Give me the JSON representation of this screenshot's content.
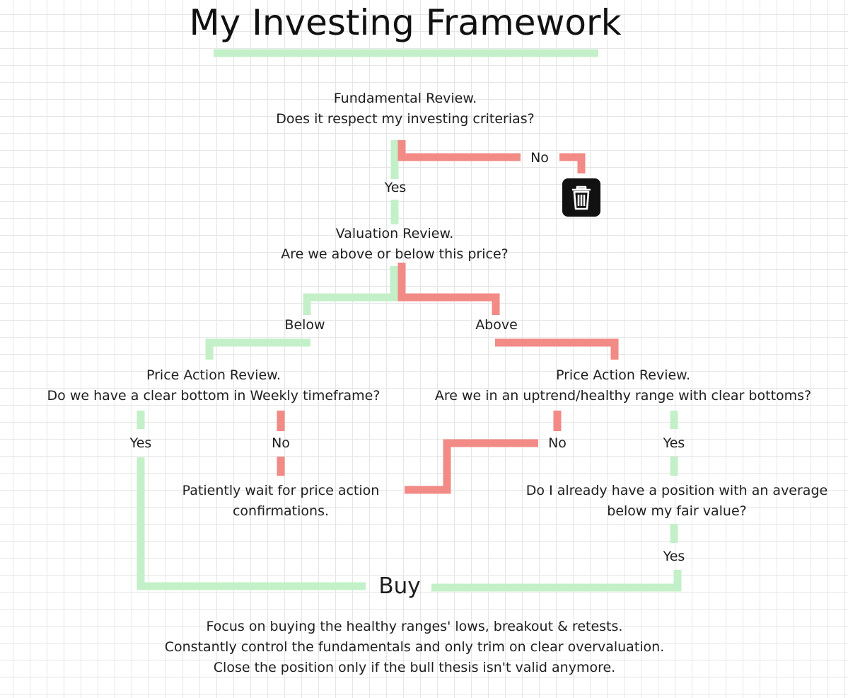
{
  "title": "My Investing Framework",
  "colors": {
    "yes_path": "#c3f0c8",
    "no_path": "#f28a85",
    "text": "#1e1e1e",
    "icon_bg": "#111111"
  },
  "nodes": {
    "fundamental": {
      "line1": "Fundamental Review.",
      "line2": "Does it respect my investing criterias?"
    },
    "valuation": {
      "line1": "Valuation Review.",
      "line2": "Are we above or below this price?"
    },
    "pa_left": {
      "line1": "Price Action Review.",
      "line2": "Do we have a clear bottom in Weekly timeframe?"
    },
    "pa_right": {
      "line1": "Price Action Review.",
      "line2": "Are we in an uptrend/healthy range with clear bottoms?"
    },
    "wait": {
      "line1": "Patiently wait for price action",
      "line2": "confirmations."
    },
    "position": {
      "line1": "Do I already have a position with an average",
      "line2": "below my fair value?"
    },
    "buy": "Buy",
    "summary": {
      "line1": "Focus on buying the healthy ranges' lows, breakout & retests.",
      "line2": "Constantly control the fundamentals and only trim on clear overvaluation.",
      "line3": "Close the position only if the bull thesis isn't valid anymore."
    }
  },
  "edge_labels": {
    "fundamental_no": "No",
    "fundamental_yes": "Yes",
    "below": "Below",
    "above": "Above",
    "pa_left_yes": "Yes",
    "pa_left_no": "No",
    "pa_right_no": "No",
    "pa_right_yes": "Yes",
    "position_yes": "Yes"
  },
  "icons": {
    "discard": "trash-icon"
  }
}
